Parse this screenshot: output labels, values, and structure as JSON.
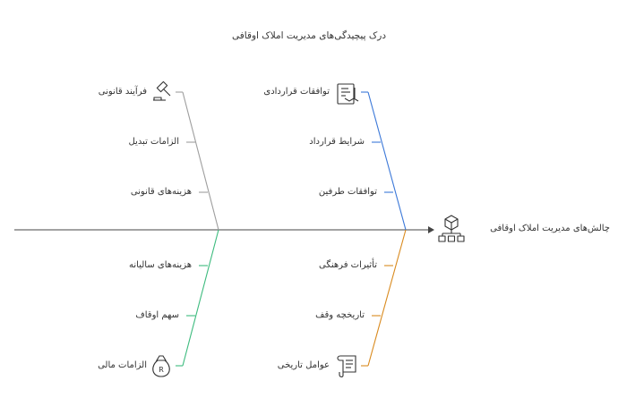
{
  "title": "درک پیچیدگی‌های مدیریت املاک اوقافی",
  "head": {
    "label": "چالش‌های مدیریت املاک اوقافی",
    "icon": "network-cube-icon"
  },
  "categories": [
    {
      "label": "فرآیند قانونی",
      "icon": "gavel-icon",
      "color": "#9e9e9e",
      "causes": [
        "الزامات تبدیل",
        "هزینه‌های قانونی"
      ]
    },
    {
      "label": "توافقات قراردادی",
      "icon": "contract-document-icon",
      "color": "#3b78d8",
      "causes": [
        "شرایط قرارداد",
        "توافقات طرفین"
      ]
    },
    {
      "label": "الزامات مالی",
      "icon": "money-bag-icon",
      "color": "#3dbb7e",
      "causes": [
        "هزینه‌های سالیانه",
        "سهم اوقاف"
      ]
    },
    {
      "label": "عوامل تاریخی",
      "icon": "scroll-icon",
      "color": "#d98a1e",
      "causes": [
        "تأثیرات فرهنگی",
        "تاریخچه وقف"
      ]
    }
  ]
}
